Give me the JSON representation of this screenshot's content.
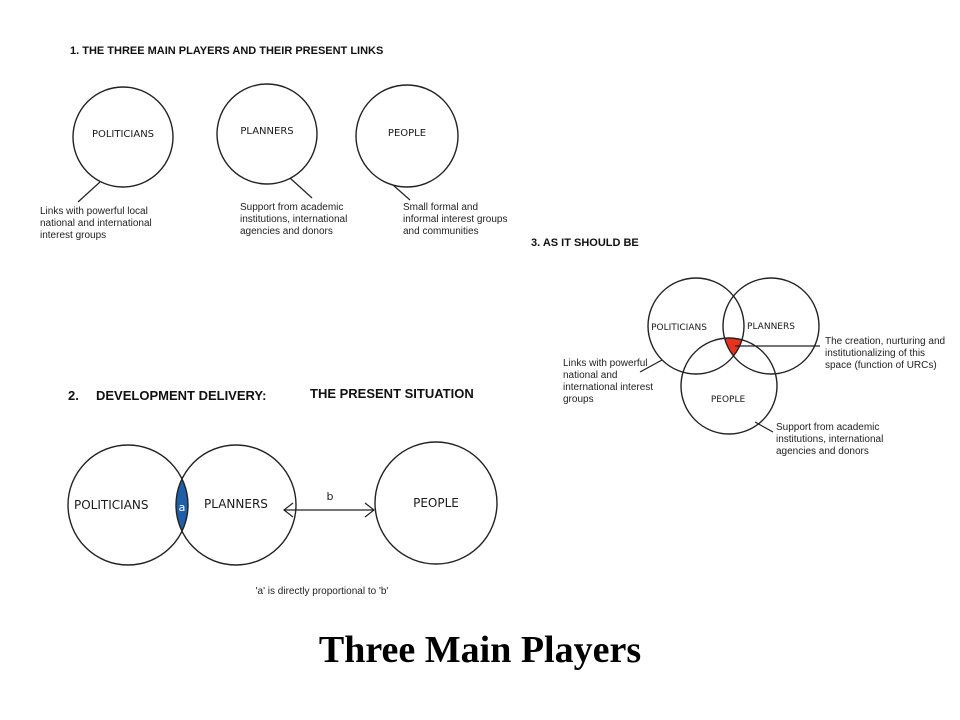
{
  "section1": {
    "heading": "1.   THE THREE MAIN PLAYERS AND THEIR PRESENT LINKS",
    "circles": [
      {
        "label": "POLITICIANS",
        "note": [
          "Links with powerful local",
          "national and international",
          "interest groups"
        ]
      },
      {
        "label": "PLANNERS",
        "note": [
          "Support from academic",
          "institutions, international",
          "agencies and donors"
        ]
      },
      {
        "label": "PEOPLE",
        "note": [
          "Small formal and",
          "informal interest groups",
          "and communities"
        ]
      }
    ]
  },
  "section2": {
    "heading_num": "2.",
    "heading_a": "DEVELOPMENT DELIVERY:",
    "heading_b": "THE PRESENT SITUATION",
    "politicians": "POLITICIANS",
    "planners": "PLANNERS",
    "people": "PEOPLE",
    "overlap_label": "a",
    "arrow_label": "b",
    "caption": "'a' is directly proportional to 'b'",
    "overlap_color": "#1f5fa8"
  },
  "section3": {
    "heading": "3.   AS IT SHOULD BE",
    "politicians": "POLITICIANS",
    "planners": "PLANNERS",
    "people": "PEOPLE",
    "center_note": [
      "The creation, nurturing and",
      "institutionalizing of this",
      "space (function of URCs)"
    ],
    "left_note": [
      "Links with powerful",
      "national and",
      "international interest",
      "groups"
    ],
    "bottom_note": [
      "Support from academic",
      "institutions, international",
      "agencies and donors"
    ],
    "center_color": "#e8321e"
  },
  "title": "Three Main Players"
}
